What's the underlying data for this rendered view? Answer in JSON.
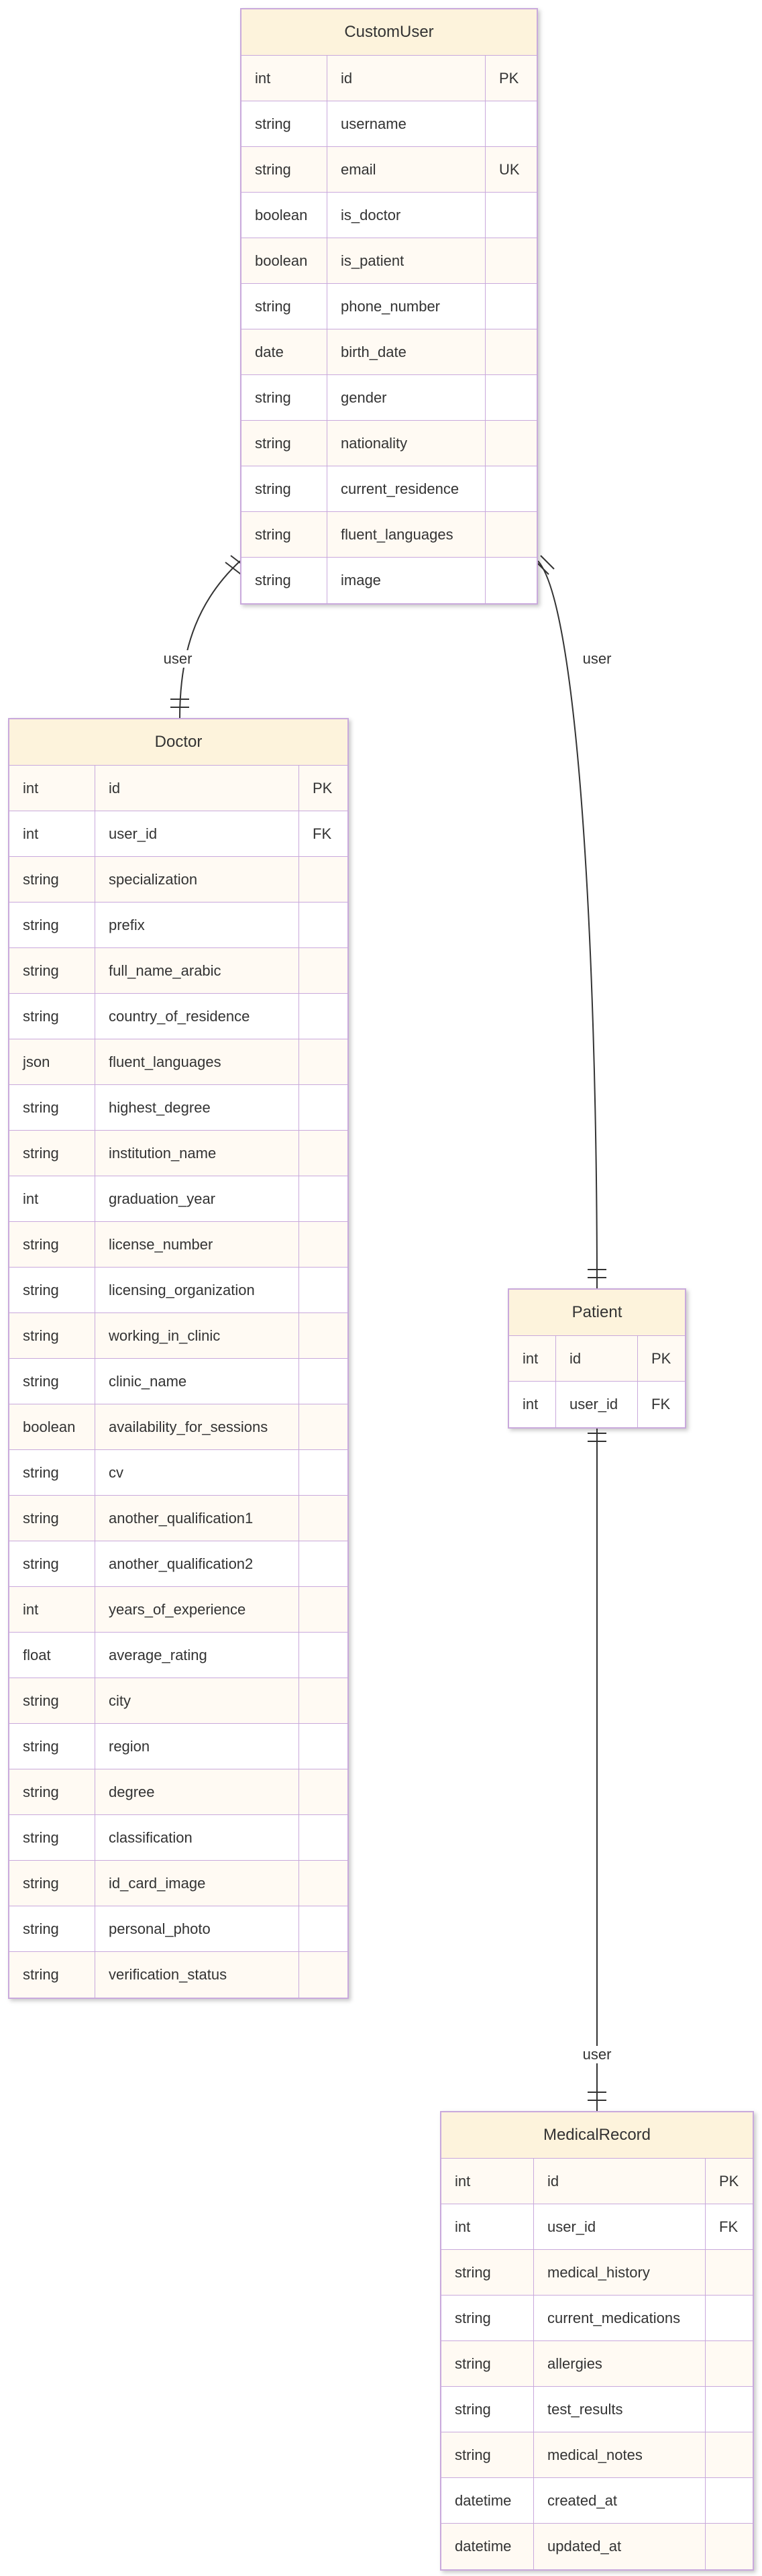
{
  "diagram": {
    "entities": [
      {
        "key": "customuser",
        "name": "CustomUser",
        "attributes": [
          {
            "type": "int",
            "name": "id",
            "key": "PK"
          },
          {
            "type": "string",
            "name": "username",
            "key": ""
          },
          {
            "type": "string",
            "name": "email",
            "key": "UK"
          },
          {
            "type": "boolean",
            "name": "is_doctor",
            "key": ""
          },
          {
            "type": "boolean",
            "name": "is_patient",
            "key": ""
          },
          {
            "type": "string",
            "name": "phone_number",
            "key": ""
          },
          {
            "type": "date",
            "name": "birth_date",
            "key": ""
          },
          {
            "type": "string",
            "name": "gender",
            "key": ""
          },
          {
            "type": "string",
            "name": "nationality",
            "key": ""
          },
          {
            "type": "string",
            "name": "current_residence",
            "key": ""
          },
          {
            "type": "string",
            "name": "fluent_languages",
            "key": ""
          },
          {
            "type": "string",
            "name": "image",
            "key": ""
          }
        ]
      },
      {
        "key": "doctor",
        "name": "Doctor",
        "attributes": [
          {
            "type": "int",
            "name": "id",
            "key": "PK"
          },
          {
            "type": "int",
            "name": "user_id",
            "key": "FK"
          },
          {
            "type": "string",
            "name": "specialization",
            "key": ""
          },
          {
            "type": "string",
            "name": "prefix",
            "key": ""
          },
          {
            "type": "string",
            "name": "full_name_arabic",
            "key": ""
          },
          {
            "type": "string",
            "name": "country_of_residence",
            "key": ""
          },
          {
            "type": "json",
            "name": "fluent_languages",
            "key": ""
          },
          {
            "type": "string",
            "name": "highest_degree",
            "key": ""
          },
          {
            "type": "string",
            "name": "institution_name",
            "key": ""
          },
          {
            "type": "int",
            "name": "graduation_year",
            "key": ""
          },
          {
            "type": "string",
            "name": "license_number",
            "key": ""
          },
          {
            "type": "string",
            "name": "licensing_organization",
            "key": ""
          },
          {
            "type": "string",
            "name": "working_in_clinic",
            "key": ""
          },
          {
            "type": "string",
            "name": "clinic_name",
            "key": ""
          },
          {
            "type": "boolean",
            "name": "availability_for_sessions",
            "key": ""
          },
          {
            "type": "string",
            "name": "cv",
            "key": ""
          },
          {
            "type": "string",
            "name": "another_qualification1",
            "key": ""
          },
          {
            "type": "string",
            "name": "another_qualification2",
            "key": ""
          },
          {
            "type": "int",
            "name": "years_of_experience",
            "key": ""
          },
          {
            "type": "float",
            "name": "average_rating",
            "key": ""
          },
          {
            "type": "string",
            "name": "city",
            "key": ""
          },
          {
            "type": "string",
            "name": "region",
            "key": ""
          },
          {
            "type": "string",
            "name": "degree",
            "key": ""
          },
          {
            "type": "string",
            "name": "classification",
            "key": ""
          },
          {
            "type": "string",
            "name": "id_card_image",
            "key": ""
          },
          {
            "type": "string",
            "name": "personal_photo",
            "key": ""
          },
          {
            "type": "string",
            "name": "verification_status",
            "key": ""
          }
        ]
      },
      {
        "key": "patient",
        "name": "Patient",
        "attributes": [
          {
            "type": "int",
            "name": "id",
            "key": "PK"
          },
          {
            "type": "int",
            "name": "user_id",
            "key": "FK"
          }
        ]
      },
      {
        "key": "medicalrecord",
        "name": "MedicalRecord",
        "attributes": [
          {
            "type": "int",
            "name": "id",
            "key": "PK"
          },
          {
            "type": "int",
            "name": "user_id",
            "key": "FK"
          },
          {
            "type": "string",
            "name": "medical_history",
            "key": ""
          },
          {
            "type": "string",
            "name": "current_medications",
            "key": ""
          },
          {
            "type": "string",
            "name": "allergies",
            "key": ""
          },
          {
            "type": "string",
            "name": "test_results",
            "key": ""
          },
          {
            "type": "string",
            "name": "medical_notes",
            "key": ""
          },
          {
            "type": "datetime",
            "name": "created_at",
            "key": ""
          },
          {
            "type": "datetime",
            "name": "updated_at",
            "key": ""
          }
        ]
      }
    ],
    "relationships": [
      {
        "from": "customuser",
        "to": "doctor",
        "label": "user",
        "from_cardinality": "exactly-one",
        "to_cardinality": "exactly-one"
      },
      {
        "from": "customuser",
        "to": "patient",
        "label": "user",
        "from_cardinality": "exactly-one",
        "to_cardinality": "exactly-one"
      },
      {
        "from": "patient",
        "to": "medicalrecord",
        "label": "user",
        "from_cardinality": "exactly-one",
        "to_cardinality": "exactly-one"
      }
    ],
    "colors": {
      "header_fill": "#fdf3dc",
      "row_odd_fill": "#fffaf3",
      "row_even_fill": "#ffffff",
      "border": "#c9a9dc",
      "edge": "#333333",
      "text": "#333333"
    }
  }
}
